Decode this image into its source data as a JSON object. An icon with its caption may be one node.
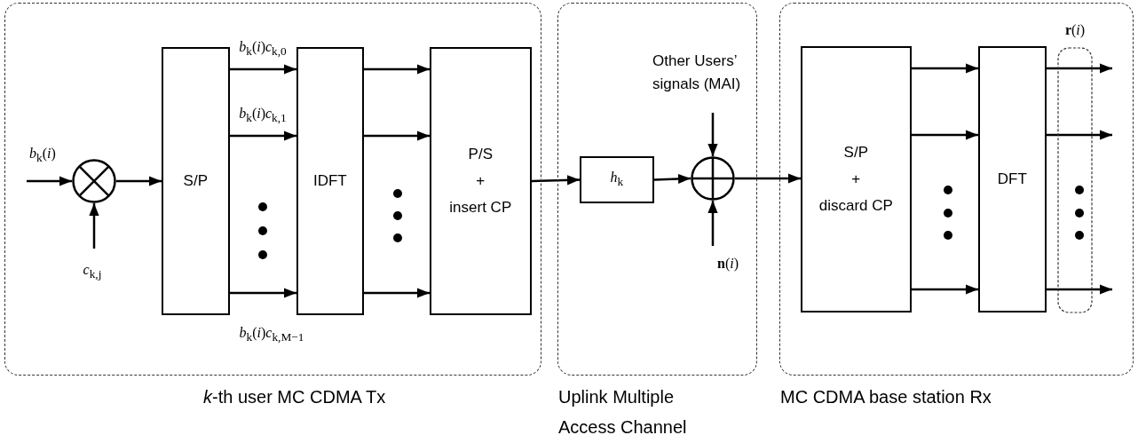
{
  "diagram": {
    "nodes": [
      {
        "text": [
          "*k*-th user MC CDMA Tx"
        ]
      },
      {
        "text": [],
        "shape": "circle",
        "in": 0
      },
      {
        "text": [
          "S/P"
        ],
        "in": 0
      },
      {
        "text": [
          "IDFT"
        ],
        "in": 0
      },
      {
        "text": [
          "P/S",
          "+",
          "insert CP"
        ],
        "in": 0
      },
      {
        "text": [
          "Uplink Multiple Access Channel"
        ]
      },
      {
        "text": [
          "*h*$_{k}$"
        ],
        "in": 5
      },
      {
        "text": [],
        "shape": "circle",
        "in": 5
      },
      {
        "text": [
          "MC CDMA base station Rx"
        ]
      },
      {
        "text": [
          "S/P",
          "+",
          "discard CP"
        ],
        "in": 8
      },
      {
        "text": [
          "DFT"
        ],
        "in": 8
      }
    ],
    "labels": [
      "**r**(*i*)"
    ],
    "edges": [
      {
        "from": null,
        "to": 1,
        "arrow": "to",
        "label": "*b*$_{k}$(*i*)"
      },
      {
        "from": null,
        "to": 1,
        "arrow": "to",
        "label": "*c*$_{k,j}$"
      },
      {
        "from": 1,
        "to": 2,
        "arrow": "to"
      },
      {
        "from": 2,
        "to": 3,
        "arrow": "to",
        "label": "*b*$_{k}$(*i*)*c*$_{k,0}$"
      },
      {
        "from": 2,
        "to": 3,
        "arrow": "to",
        "label": "*b*$_{k}$(*i*)*c*$_{k,1}$"
      },
      {
        "from": 2,
        "to": 3,
        "arrow": "to",
        "label": "*b*$_{k}$(*i*)*c*$_{k,M−1}$"
      },
      {
        "from": 3,
        "to": 4,
        "arrow": "to"
      },
      {
        "from": 3,
        "to": 4,
        "arrow": "to"
      },
      {
        "from": 3,
        "to": 4,
        "arrow": "to"
      },
      {
        "from": 4,
        "to": 6,
        "arrow": "to"
      },
      {
        "from": 6,
        "to": 7,
        "arrow": "to"
      },
      {
        "from": null,
        "to": 7,
        "arrow": "to",
        "label": "Other Users’ signals (MAI)"
      },
      {
        "from": null,
        "to": 7,
        "arrow": "to",
        "label": "**n**(*i*)"
      },
      {
        "from": 7,
        "to": 9,
        "arrow": "to"
      },
      {
        "from": 9,
        "to": 10,
        "arrow": "to"
      },
      {
        "from": 9,
        "to": 10,
        "arrow": "to"
      },
      {
        "from": 9,
        "to": 10,
        "arrow": "to"
      },
      {
        "from": 10,
        "to": null,
        "arrow": "to"
      },
      {
        "from": 10,
        "to": null,
        "arrow": "to"
      },
      {
        "from": 10,
        "to": null,
        "arrow": "to"
      }
    ]
  }
}
